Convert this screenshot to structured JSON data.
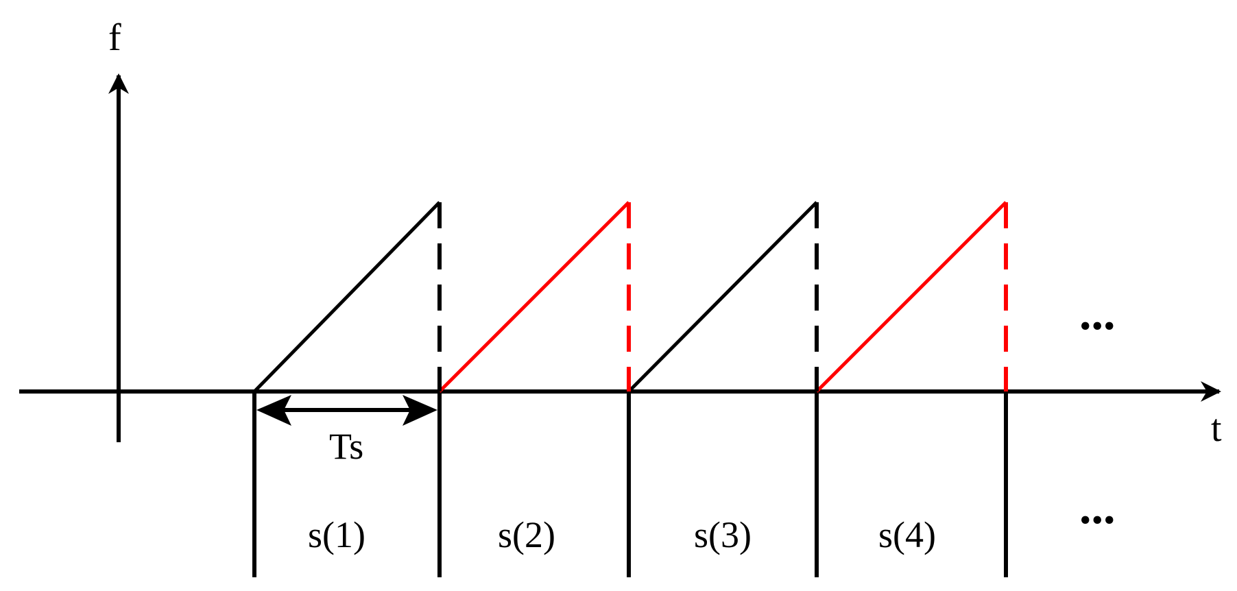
{
  "diagram": {
    "y_axis_label": "f",
    "x_axis_label": "t",
    "period_label": "Ts",
    "segments": [
      "s(1)",
      "s(2)",
      "s(3)",
      "s(4)"
    ],
    "ellipsis": "...",
    "ramps": [
      {
        "name": "ramp-1",
        "color": "#000000"
      },
      {
        "name": "ramp-2",
        "color": "#ff0000"
      },
      {
        "name": "ramp-3",
        "color": "#000000"
      },
      {
        "name": "ramp-4",
        "color": "#ff0000"
      }
    ]
  }
}
